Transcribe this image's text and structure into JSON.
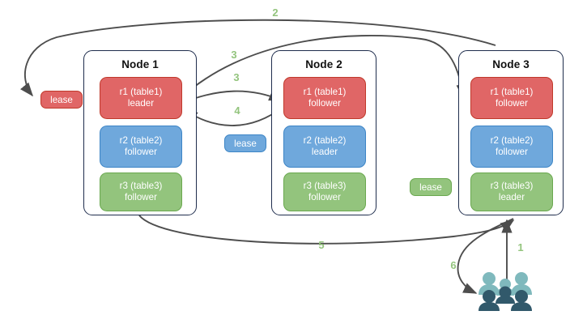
{
  "diagram": {
    "title": "raft-lease-transfer-diagram",
    "background": "#ffffff",
    "nodes": [
      {
        "id": "node1",
        "label": "Node 1",
        "replicas": [
          {
            "name": "r1 (table1)",
            "role": "leader",
            "color": "#e06666",
            "border": "#c0392b",
            "kind": "red"
          },
          {
            "name": "r2 (table2)",
            "role": "follower",
            "color": "#6fa8dc",
            "border": "#3d85c6",
            "kind": "blue"
          },
          {
            "name": "r3 (table3)",
            "role": "follower",
            "color": "#93c47d",
            "border": "#6aa84f",
            "kind": "green"
          }
        ]
      },
      {
        "id": "node2",
        "label": "Node 2",
        "replicas": [
          {
            "name": "r1 (table1)",
            "role": "follower",
            "color": "#e06666",
            "border": "#c0392b",
            "kind": "red"
          },
          {
            "name": "r2 (table2)",
            "role": "leader",
            "color": "#6fa8dc",
            "border": "#3d85c6",
            "kind": "blue"
          },
          {
            "name": "r3 (table3)",
            "role": "follower",
            "color": "#93c47d",
            "border": "#6aa84f",
            "kind": "green"
          }
        ]
      },
      {
        "id": "node3",
        "label": "Node 3",
        "replicas": [
          {
            "name": "r1 (table1)",
            "role": "follower",
            "color": "#e06666",
            "border": "#c0392b",
            "kind": "red"
          },
          {
            "name": "r2 (table2)",
            "role": "follower",
            "color": "#6fa8dc",
            "border": "#3d85c6",
            "kind": "blue"
          },
          {
            "name": "r3 (table3)",
            "role": "leader",
            "color": "#93c47d",
            "border": "#6aa84f",
            "kind": "green"
          }
        ]
      }
    ],
    "leases": [
      {
        "id": "lease-r1",
        "label": "lease",
        "kind": "red",
        "color": "#e06666"
      },
      {
        "id": "lease-r2",
        "label": "lease",
        "kind": "blue",
        "color": "#6fa8dc"
      },
      {
        "id": "lease-r3",
        "label": "lease",
        "kind": "green",
        "color": "#93c47d"
      }
    ],
    "steps": [
      {
        "id": "step-1",
        "label": "1"
      },
      {
        "id": "step-2",
        "label": "2"
      },
      {
        "id": "step-3a",
        "label": "3"
      },
      {
        "id": "step-3b",
        "label": "3"
      },
      {
        "id": "step-4",
        "label": "4"
      },
      {
        "id": "step-5",
        "label": "5"
      },
      {
        "id": "step-6",
        "label": "6"
      }
    ],
    "edge_color": "#4d4d4d",
    "step_color": "#93c47d",
    "node_border_color": "#1f2d4d",
    "users": {
      "icon": "users-group-icon",
      "color_back": "#7fb9bd",
      "color_front": "#31596b"
    }
  }
}
